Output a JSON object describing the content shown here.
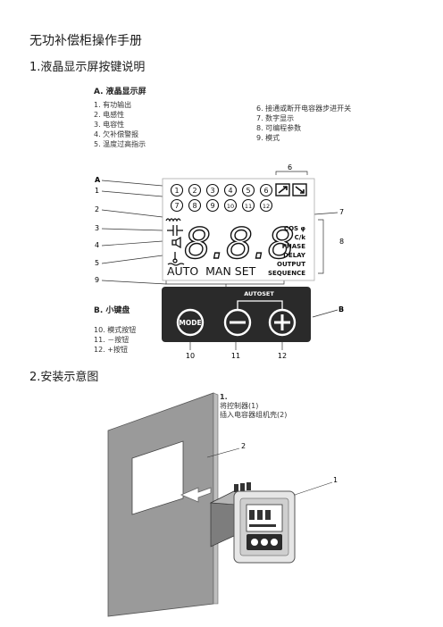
{
  "page": {
    "title": "无功补偿柜操作手册",
    "section1": "1.液晶显示屏按键说明",
    "section2": "2.安装示意图"
  },
  "lcd_section": {
    "title": "A. 液晶显示屏",
    "items_left": [
      "1. 有功输出",
      "2. 电感性",
      "3. 电容性",
      "4. 欠补偿警报",
      "5. 温度过高指示"
    ],
    "items_right": [
      "6. 接通或断开电容器步进开关",
      "7. 数字显示",
      "8. 可编程参数",
      "9. 模式"
    ]
  },
  "keypad_section": {
    "title": "B. 小键盘",
    "items": [
      "10.  模式按钮",
      "11.  －按钮",
      "12.  +按钮"
    ]
  },
  "diagram": {
    "callouts": {
      "A": "A",
      "B": "B",
      "n1": "1",
      "n2": "2",
      "n3": "3",
      "n4": "4",
      "n5": "5",
      "n6": "6",
      "n7": "7",
      "n8": "8",
      "n9": "9",
      "n10": "10",
      "n11": "11",
      "n12": "12"
    },
    "step_numbers": [
      "1",
      "2",
      "3",
      "4",
      "5",
      "6",
      "7",
      "8",
      "9",
      "10",
      "11",
      "12"
    ],
    "digits": "8.8.8",
    "params": [
      "COS φ",
      "C/k",
      "PHASE",
      "DELAY",
      "OUTPUT",
      "SEQUENCE"
    ],
    "modes": "AUTO  MAN SET",
    "autoset_label": "AUTOSET",
    "mode_button": "MODE"
  },
  "install": {
    "note_title": "1.",
    "note_lines": [
      "将控制器(1)",
      "插入电容器组机壳(2)"
    ],
    "callout_1": "1",
    "callout_2": "2"
  }
}
